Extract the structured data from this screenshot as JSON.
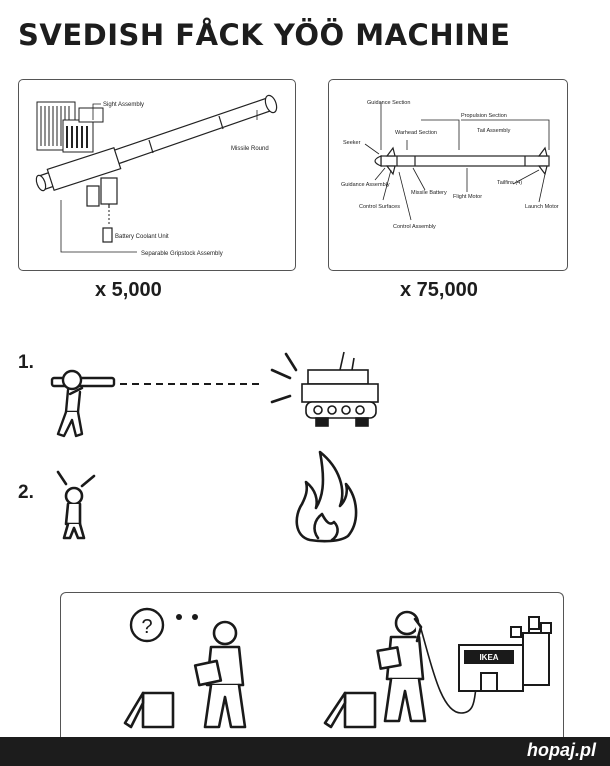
{
  "title": "SVEDISH FÅCK YÖÖ MACHINE",
  "panel_left": {
    "labels": {
      "sight": "Sight Assembly",
      "missile": "Missile Round",
      "battery": "Battery Coolant Unit",
      "gripstock": "Separable Gripstock Assembly"
    },
    "quantity": "x 5,000"
  },
  "panel_right": {
    "labels": {
      "guidance_section": "Guidance Section",
      "warhead": "Warhead Section",
      "propulsion": "Propulsion Section",
      "tail_assembly": "Tail Assembly",
      "seeker": "Seeker",
      "guidance_assembly": "Guidance Assembly",
      "control_surfaces": "Control Surfaces",
      "missile_battery": "Missile Battery",
      "control_assembly": "Control Assembly",
      "flight_motor": "Flight Motor",
      "tailfins": "Tailfins (4)",
      "launch_motor": "Launch Motor"
    },
    "quantity": "x 75,000"
  },
  "steps": [
    {
      "number": "1."
    },
    {
      "number": "2."
    }
  ],
  "bottom_panel": {
    "question_mark": "?",
    "store_sign": "IKEA"
  },
  "footer": {
    "brand": "hopaj.pl"
  }
}
